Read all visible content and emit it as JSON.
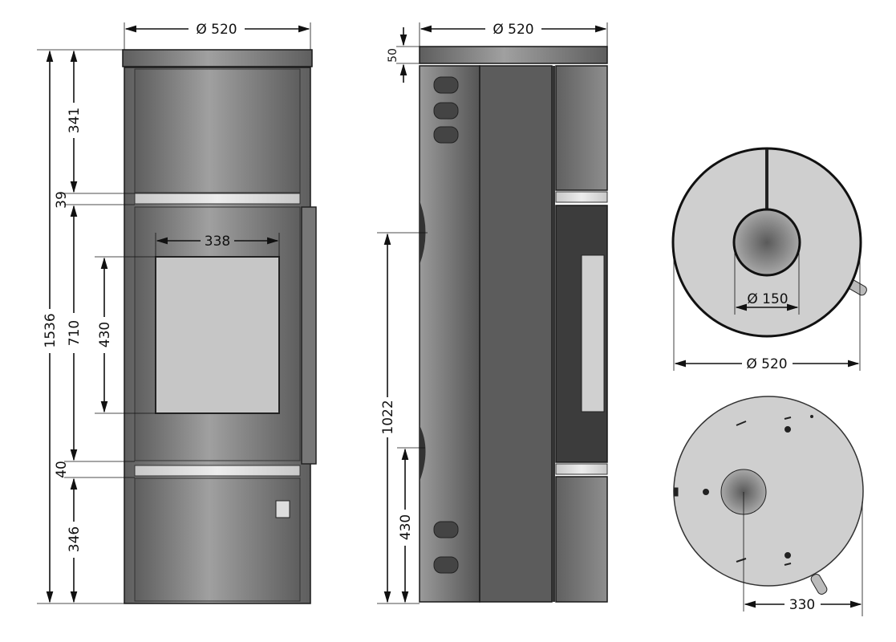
{
  "front_view": {
    "diameter": "Ø 520",
    "total_height": "1536",
    "top_panel": "341",
    "upper_band": "39",
    "door_height": "710",
    "lower_band": "40",
    "bottom_panel": "346",
    "window_width": "338",
    "window_height": "430"
  },
  "side_view": {
    "diameter": "Ø 520",
    "top_plate": "50",
    "flue_height": "1022",
    "air_inlet_height": "430"
  },
  "top_view": {
    "flue_diameter": "Ø 150",
    "diameter": "Ø 520"
  },
  "bottom_view": {
    "offset": "330"
  },
  "colors": {
    "body": "#8a8a8a",
    "dark_panel": "#5a5a5a",
    "silver_band": "#d8d8d8",
    "window": "#c4c4c4",
    "top_circle": "#cfcfcf"
  }
}
